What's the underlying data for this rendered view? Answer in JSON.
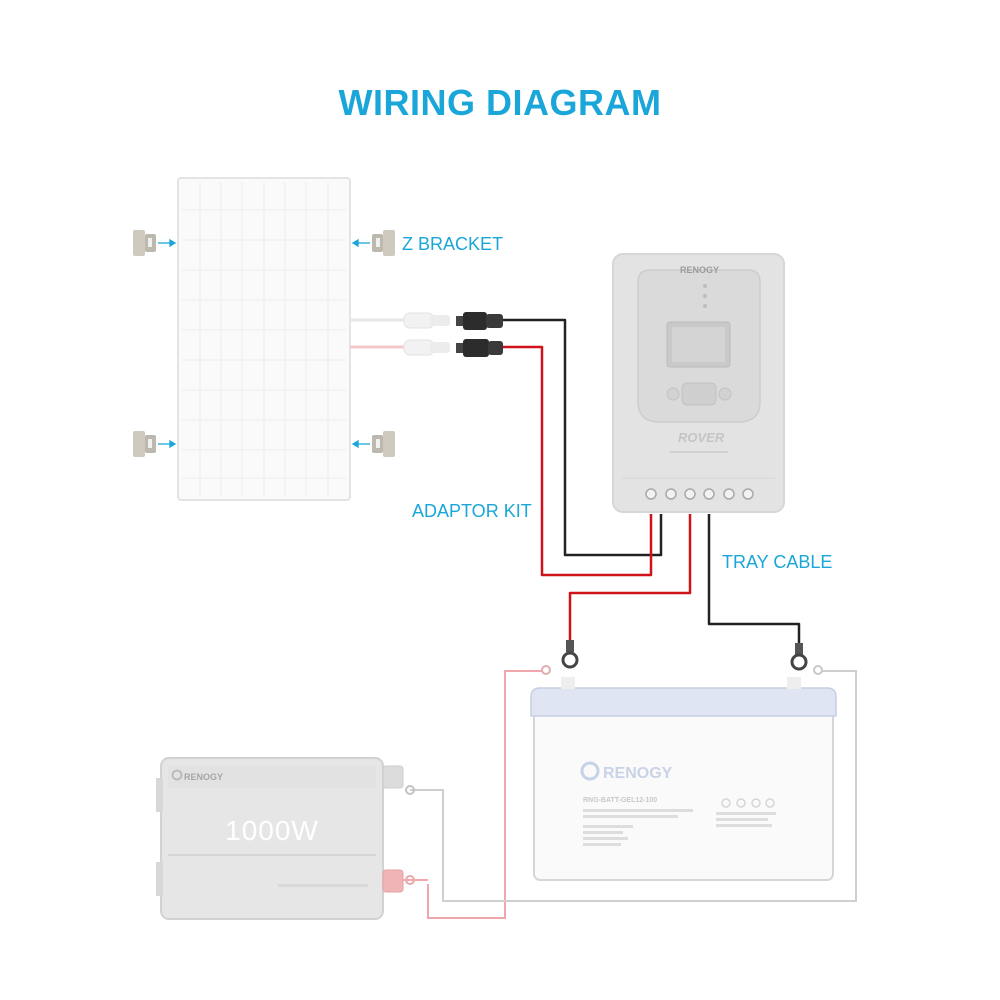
{
  "title": "WIRING DIAGRAM",
  "labels": {
    "z_bracket": "Z BRACKET",
    "adaptor_kit": "ADAPTOR KIT",
    "tray_cable": "TRAY CABLE"
  },
  "controller": {
    "brand": "RENOGY",
    "model": "ROVER"
  },
  "battery": {
    "brand": "RENOGY",
    "model": "RNG-BATT-GEL12-100"
  },
  "inverter": {
    "brand": "RENOGY",
    "rating": "1000W"
  },
  "colors": {
    "label_blue": "#1aa6d9",
    "wire_red": "#d0121b",
    "wire_black": "#222222",
    "faded_red": "#f0a7ab",
    "faded_gray": "#cfcfcf"
  }
}
